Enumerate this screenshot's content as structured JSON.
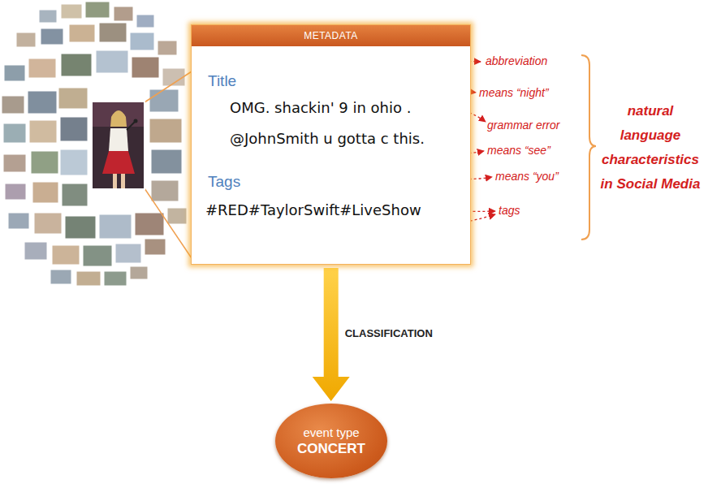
{
  "diagram": {
    "nodes": [
      {
        "text": [
          "METADATA",
          "Title",
          "OMG. shackin' 9 in ohio .",
          "@JohnSmith u gotta c this.",
          "Tags",
          "#RED#TaylorSwift#LiveShow"
        ]
      },
      {
        "text": [
          "event type",
          "CONCERT"
        ]
      }
    ],
    "edges": [
      {
        "from": 0,
        "to": 1,
        "arrow": "to",
        "label": "CLASSIFICATION"
      }
    ],
    "labels": [
      "abbreviation",
      "means “night”",
      "grammar error",
      "means “see”",
      "means “you”",
      "tags",
      "natural language characteristics in Social Media"
    ]
  }
}
